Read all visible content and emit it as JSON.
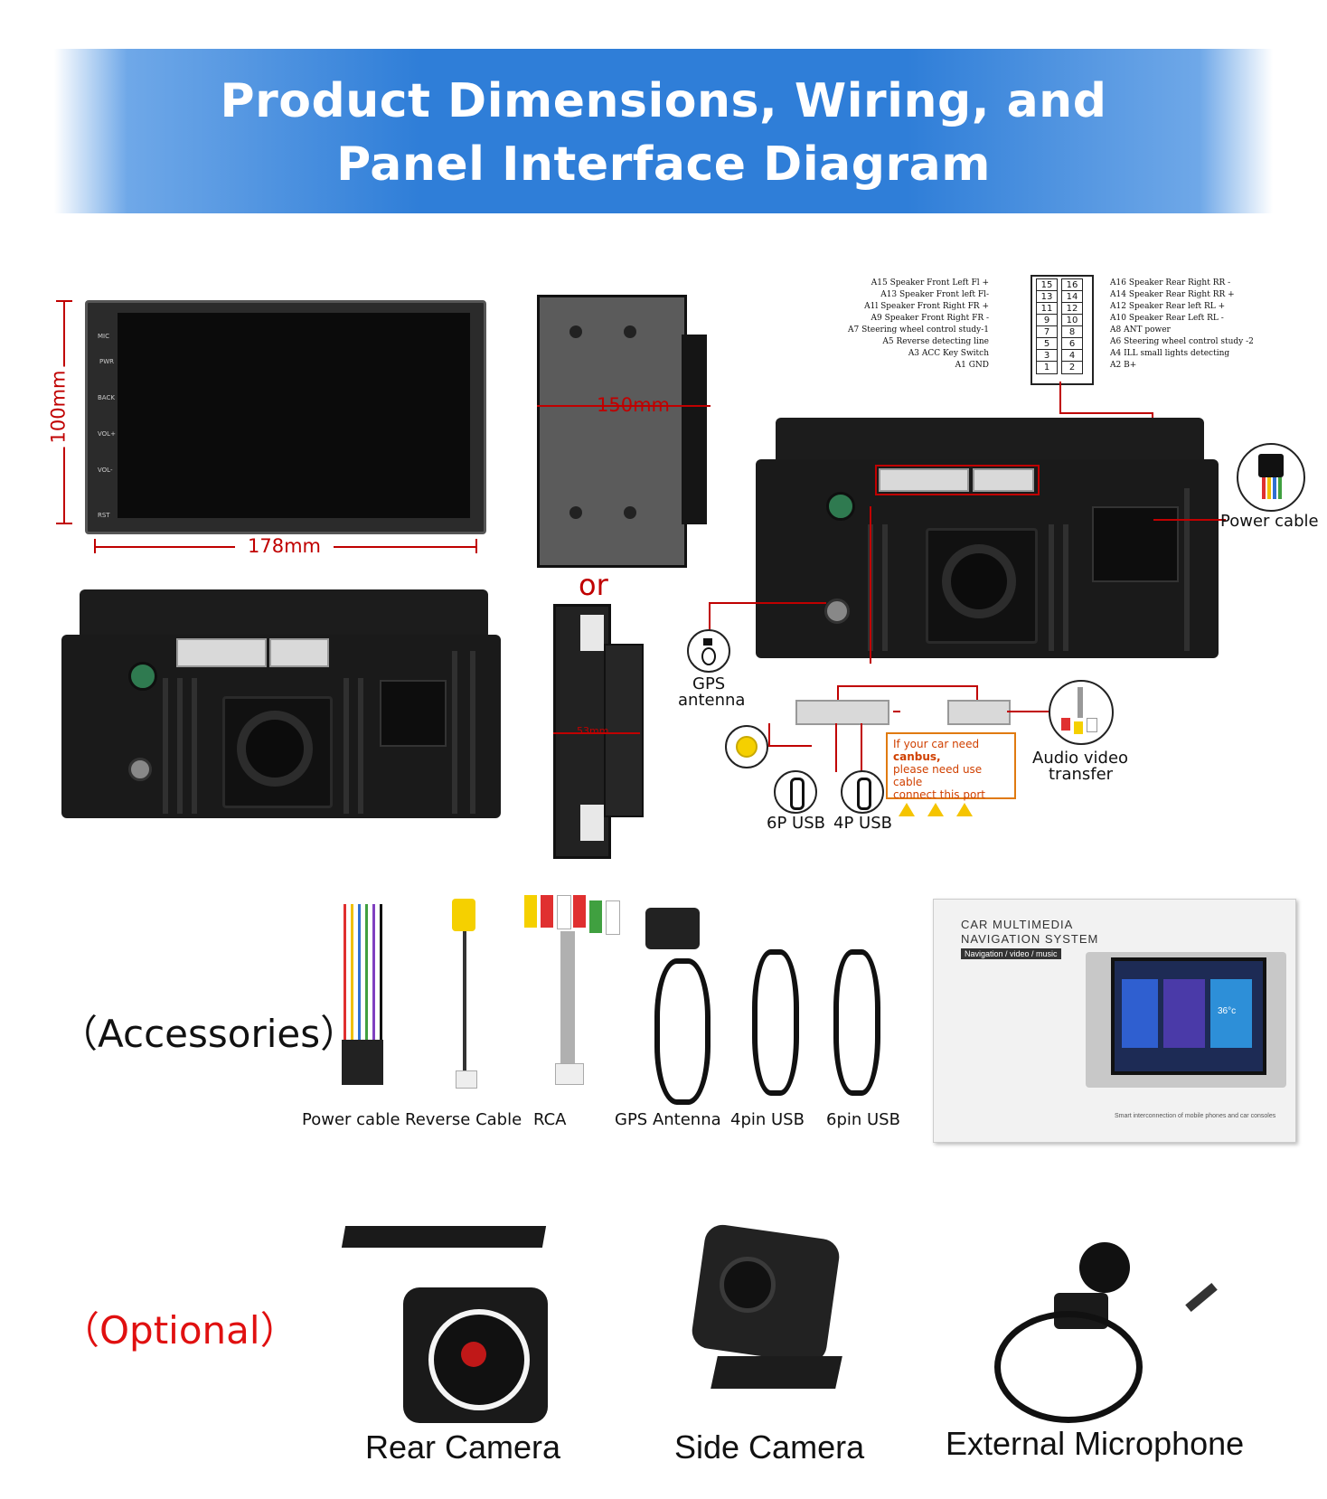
{
  "title": {
    "line1": "Product Dimensions, Wiring, and",
    "line2": "Panel Interface Diagram"
  },
  "dimensions": {
    "height": "100mm",
    "width": "178mm",
    "depth_bracket": "150mm",
    "depth_slim": "53mm",
    "or_label": "or"
  },
  "front_panel_labels": [
    "MIC",
    "PWR",
    "BACK",
    "VOL+",
    "VOL-",
    "RST"
  ],
  "pin_diagram": {
    "left": [
      {
        "text": "A15 Speaker Front Left Fl +",
        "pin": "15"
      },
      {
        "text": "A13 Speaker Front left Fl-",
        "pin": "13"
      },
      {
        "text": "A1l Speaker Front Right FR +",
        "pin": "11"
      },
      {
        "text": "A9 Speaker Front Right FR -",
        "pin": "9"
      },
      {
        "text": "A7 Steering wheel control study-1",
        "pin": "7"
      },
      {
        "text": "A5 Reverse detecting line",
        "pin": "5"
      },
      {
        "text": "A3 ACC Key Switch",
        "pin": "3"
      },
      {
        "text": "A1 GND",
        "pin": "1"
      }
    ],
    "right": [
      {
        "text": "A16 Speaker Rear Right RR -",
        "pin": "16"
      },
      {
        "text": "A14 Speaker Rear Right RR +",
        "pin": "14"
      },
      {
        "text": "A12 Speaker Rear left RL +",
        "pin": "12"
      },
      {
        "text": "A10 Speaker Rear Left RL -",
        "pin": "10"
      },
      {
        "text": "A8 ANT power",
        "pin": "8"
      },
      {
        "text": "A6 Steering wheel control study -2",
        "pin": "6"
      },
      {
        "text": "A4 ILL small lights detecting",
        "pin": "4"
      },
      {
        "text": "A2 B+",
        "pin": "2"
      }
    ]
  },
  "wiring_labels": {
    "power_cable": "Power cable",
    "gps_antenna_1": "GPS",
    "gps_antenna_2": "antenna",
    "audio_video_1": "Audio video",
    "audio_video_2": "transfer",
    "usb6": "6P USB",
    "usb4": "4P USB",
    "canbus_1": "If your car need ",
    "canbus_bold": "canbus,",
    "canbus_2": "please need use cable",
    "canbus_3": "connect this port"
  },
  "accessories": {
    "heading": "（Accessories）",
    "items": [
      "Power cable",
      "Reverse Cable",
      "RCA",
      "GPS Antenna",
      "4pin USB",
      "6pin USB"
    ]
  },
  "box": {
    "line1": "CAR MULTIMEDIA",
    "line2": "NAVIGATION SYSTEM",
    "tagline": "Navigation / video / music",
    "footer": "Smart interconnection of mobile phones and car consoles",
    "screen_temp": "36°c"
  },
  "optional": {
    "heading": "（Optional）",
    "items": [
      "Rear Camera",
      "Side Camera",
      "External Microphone"
    ]
  },
  "colors": {
    "banner": "#2f7ed8",
    "accent_red": "#c00000",
    "warning_orange": "#e07a10"
  }
}
